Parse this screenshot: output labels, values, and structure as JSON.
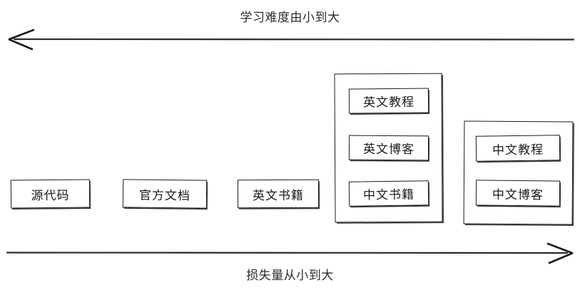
{
  "diagram": {
    "top_axis": {
      "label": "学习难度由小到大",
      "direction": "left"
    },
    "bottom_axis": {
      "label": "损失量从小到大",
      "direction": "right"
    },
    "nodes": [
      {
        "id": "source-code",
        "label": "源代码"
      },
      {
        "id": "official-docs",
        "label": "官方文档"
      },
      {
        "id": "english-books",
        "label": "英文书籍"
      },
      {
        "id": "english-tutorials",
        "label": "英文教程"
      },
      {
        "id": "english-blogs",
        "label": "英文博客"
      },
      {
        "id": "chinese-books",
        "label": "中文书籍"
      },
      {
        "id": "chinese-tutorials",
        "label": "中文教程"
      },
      {
        "id": "chinese-blogs",
        "label": "中文博客"
      }
    ],
    "groups": [
      {
        "id": "group-middle",
        "members": [
          "英文教程",
          "英文博客",
          "中文书籍"
        ]
      },
      {
        "id": "group-right",
        "members": [
          "中文教程",
          "中文博客"
        ]
      }
    ],
    "colors": {
      "stroke": "#1a1a1a",
      "background": "#ffffff",
      "text": "#2b2b2b"
    }
  }
}
